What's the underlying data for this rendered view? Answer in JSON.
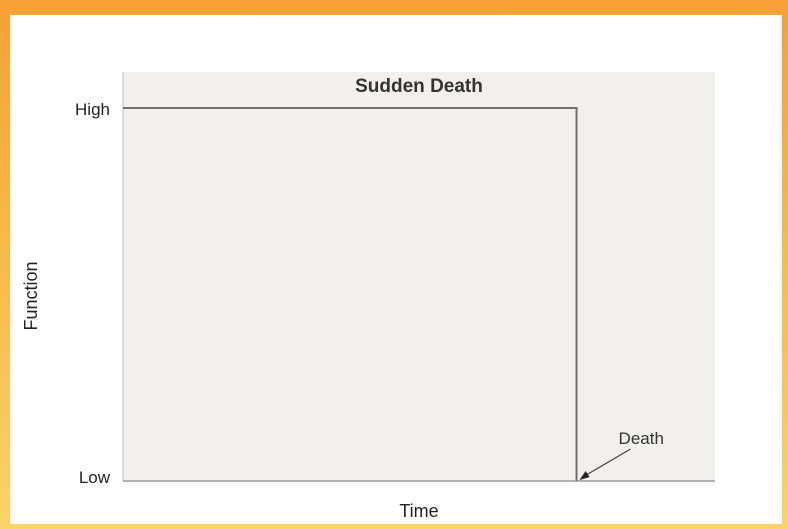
{
  "chart_data": {
    "type": "line",
    "title": "Sudden Death",
    "xlabel": "Time",
    "ylabel": "Function",
    "y_tick_labels": [
      "High",
      "Low"
    ],
    "xlim": [
      0,
      1
    ],
    "ylim": [
      0,
      1
    ],
    "grid": false,
    "series": [
      {
        "points": [
          [
            0,
            1
          ],
          [
            0.68,
            1
          ],
          [
            0.68,
            0
          ]
        ]
      }
    ],
    "annotations": [
      {
        "text": "Death",
        "target": [
          0.68,
          0
        ]
      }
    ],
    "colors": {
      "background": "#f1f0ec",
      "line": "#707070",
      "frame": "#ffffff",
      "border": "#f8a838"
    }
  }
}
